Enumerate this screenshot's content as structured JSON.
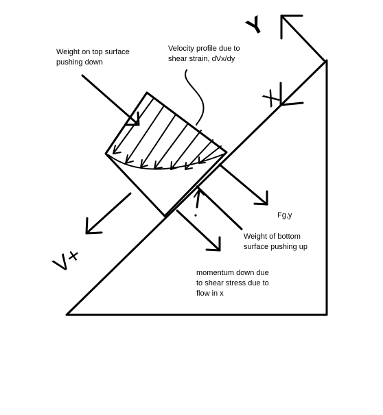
{
  "labels": {
    "weight_top_line1": "Weight on top surface",
    "weight_top_line2": "pushing down",
    "velocity_line1": "Velocity profile due to",
    "velocity_line2": "shear strain, dVx/dy",
    "fgy": "Fg,y",
    "weight_bottom_line1": "Weight of bottom",
    "weight_bottom_line2": "surface pushing up",
    "momentum_line1": "momentum down due",
    "momentum_line2": "to shear stress due to",
    "momentum_line3": "flow in x"
  },
  "axes": {
    "y_axis_label": "Y",
    "x_axis_label": "X",
    "v_plus_label": "V+"
  },
  "colors": {
    "ink": "#000000",
    "background": "#ffffff"
  }
}
